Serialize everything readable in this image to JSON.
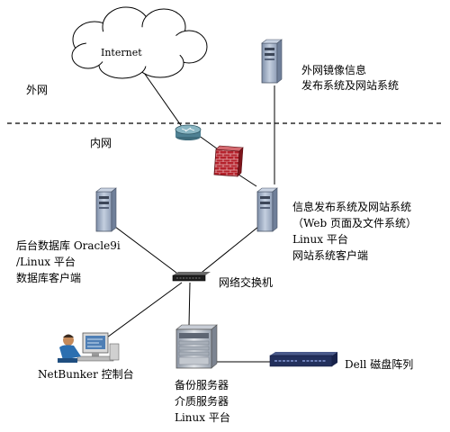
{
  "zones": {
    "external": "外网",
    "internal": "内网"
  },
  "nodes": {
    "internet": {
      "label": "Internet",
      "icon": "cloud-icon"
    },
    "mirror_server": {
      "lines": [
        "外网镜像信息",
        "发布系统及网站系统"
      ],
      "icon": "tower-server-icon"
    },
    "router": {
      "icon": "router-icon"
    },
    "firewall": {
      "icon": "firewall-icon"
    },
    "publish_server": {
      "lines": [
        "信息发布系统及网站系统",
        "（Web 页面及文件系统）",
        "Linux 平台",
        "网站系统客户端"
      ],
      "icon": "tower-server-icon"
    },
    "db_server": {
      "lines": [
        "后台数据库 Oracle9i",
        "/Linux 平台",
        "数据库客户端"
      ],
      "icon": "tower-server-icon"
    },
    "switch": {
      "label": "网络交换机",
      "icon": "network-switch-icon"
    },
    "console": {
      "label": "NetBunker 控制台",
      "icon": "workstation-operator-icon"
    },
    "backup_server": {
      "lines": [
        "备份服务器",
        "介质服务器",
        "Linux 平台"
      ],
      "icon": "rack-server-icon"
    },
    "disk_array": {
      "label": "Dell 磁盘阵列",
      "icon": "disk-array-icon"
    }
  },
  "colors": {
    "server_body": "#9fb0c8",
    "router": "#5f8ea0",
    "firewall": "#b5222c",
    "boundary": "#000000"
  }
}
